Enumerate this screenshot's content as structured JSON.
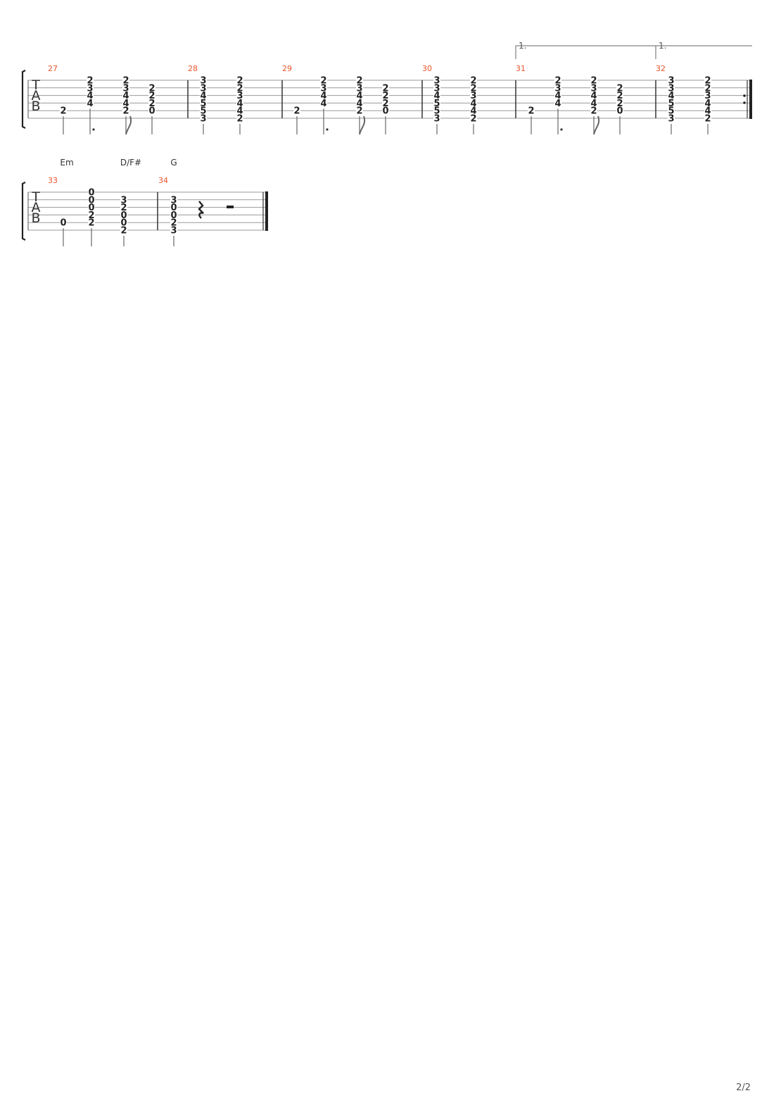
{
  "page_number": "2/2",
  "tab_letters": [
    "T",
    "A",
    "B"
  ],
  "volta_label": "1.",
  "systems": [
    {
      "chords": [],
      "measures": [
        {
          "number": "27",
          "notes": [
            {
              "frets": [
                null,
                null,
                null,
                null,
                "2",
                null
              ],
              "stem": "quarter"
            },
            {
              "frets": [
                "2",
                "3",
                "4",
                "4",
                null,
                null
              ],
              "stem": "dotted"
            },
            {
              "frets": [
                "2",
                "3",
                "4",
                "4",
                "2",
                null
              ],
              "stem": "eighth"
            },
            {
              "frets": [
                null,
                "2",
                "2",
                "2",
                "0",
                null
              ],
              "stem": "quarter"
            }
          ]
        },
        {
          "number": "28",
          "notes": [
            {
              "frets": [
                "3",
                "3",
                "4",
                "5",
                "5",
                "3"
              ],
              "stem": "quarter"
            },
            {
              "frets": [
                "2",
                "2",
                "3",
                "4",
                "4",
                "2"
              ],
              "stem": "quarter"
            }
          ]
        },
        {
          "number": "29",
          "notes": [
            {
              "frets": [
                null,
                null,
                null,
                null,
                "2",
                null
              ],
              "stem": "quarter"
            },
            {
              "frets": [
                "2",
                "3",
                "4",
                "4",
                null,
                null
              ],
              "stem": "dotted"
            },
            {
              "frets": [
                "2",
                "3",
                "4",
                "4",
                "2",
                null
              ],
              "stem": "eighth"
            },
            {
              "frets": [
                null,
                "2",
                "2",
                "2",
                "0",
                null
              ],
              "stem": "quarter"
            }
          ]
        },
        {
          "number": "30",
          "notes": [
            {
              "frets": [
                "3",
                "3",
                "4",
                "5",
                "5",
                "3"
              ],
              "stem": "quarter"
            },
            {
              "frets": [
                "2",
                "2",
                "3",
                "4",
                "4",
                "2"
              ],
              "stem": "quarter"
            }
          ]
        },
        {
          "number": "31",
          "notes": [
            {
              "frets": [
                null,
                null,
                null,
                null,
                "2",
                null
              ],
              "stem": "quarter"
            },
            {
              "frets": [
                "2",
                "3",
                "4",
                "4",
                null,
                null
              ],
              "stem": "dotted"
            },
            {
              "frets": [
                "2",
                "3",
                "4",
                "4",
                "2",
                null
              ],
              "stem": "eighth"
            },
            {
              "frets": [
                null,
                "2",
                "2",
                "2",
                "0",
                null
              ],
              "stem": "quarter"
            }
          ]
        },
        {
          "number": "32",
          "notes": [
            {
              "frets": [
                "3",
                "3",
                "4",
                "5",
                "5",
                "3"
              ],
              "stem": "quarter"
            },
            {
              "frets": [
                "2",
                "2",
                "3",
                "4",
                "4",
                "2"
              ],
              "stem": "quarter"
            }
          ]
        }
      ]
    },
    {
      "chords": [
        "Em",
        "D/F#",
        "G"
      ],
      "measures": [
        {
          "number": "33",
          "notes": [
            {
              "frets": [
                null,
                null,
                null,
                null,
                "0",
                null
              ],
              "stem": "quarter"
            },
            {
              "frets": [
                "0",
                "0",
                "0",
                "2",
                "2",
                null
              ],
              "stem": "quarter"
            },
            {
              "frets": [
                null,
                "3",
                "2",
                "0",
                "0",
                "2"
              ],
              "stem": "quarter"
            }
          ]
        },
        {
          "number": "34",
          "notes": [
            {
              "frets": [
                null,
                "3",
                "0",
                "0",
                "2",
                "3"
              ],
              "stem": "quarter"
            }
          ]
        }
      ]
    }
  ]
}
